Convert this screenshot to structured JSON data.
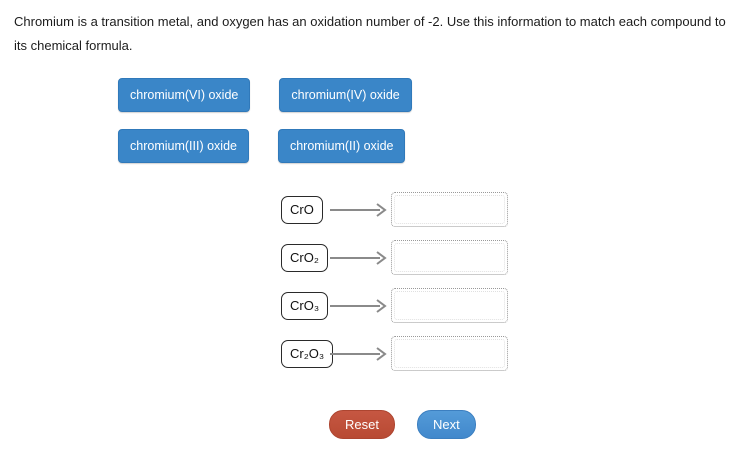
{
  "instructions": {
    "text": "Chromium is a transition metal, and oxygen has an oxidation number of -2. Use this information to match each compound to its chemical formula."
  },
  "word_bank": {
    "items": [
      "chromium(VI) oxide",
      "chromium(IV) oxide",
      "chromium(III) oxide",
      "chromium(II) oxide"
    ]
  },
  "match_rows": [
    {
      "formula": "CrO",
      "answer": ""
    },
    {
      "formula": "CrO₂",
      "answer": ""
    },
    {
      "formula": "CrO₃",
      "answer": ""
    },
    {
      "formula": "Cr₂O₃",
      "answer": ""
    }
  ],
  "buttons": {
    "reset_label": "Reset",
    "next_label": "Next"
  },
  "colors": {
    "chip_bg": "#3a86c8",
    "chip_text": "#ffffff",
    "reset_bg": "#c0503a",
    "next_bg": "#4a92d5",
    "arrow": "#8a8a8a",
    "drop_zone_border": "#999999",
    "formula_border": "#2a2a2a"
  }
}
